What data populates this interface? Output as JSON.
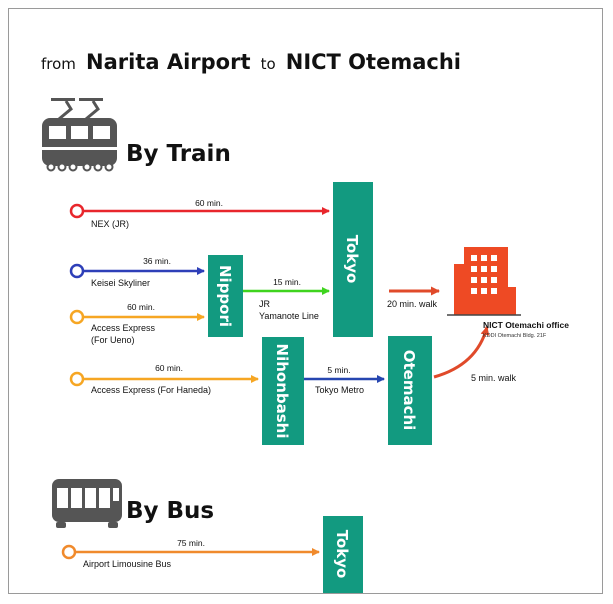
{
  "title": {
    "prefix": "from",
    "origin": "Narita Airport",
    "connector": "to",
    "destination": "NICT Otemachi"
  },
  "train_section": {
    "heading": "By Train",
    "icon": "train-icon",
    "routes": [
      {
        "line": "NEX (JR)",
        "duration": "60 min.",
        "color": "#e8262c"
      },
      {
        "line": "Keisei Skyliner",
        "duration": "36 min.",
        "color": "#2e3fb8"
      },
      {
        "line": "Access Express",
        "line2": "(For Ueno)",
        "duration": "60 min.",
        "color": "#f6a623"
      },
      {
        "line": "Access Express (For Haneda)",
        "duration": "60 min.",
        "color": "#f6a623"
      }
    ],
    "stations": {
      "tokyo": "Tokyo",
      "nippori": "Nippori",
      "nihonbashi": "Nihonbashi",
      "otemachi": "Otemachi"
    },
    "transfers": [
      {
        "id": "jr",
        "duration": "15 min.",
        "line": "JR",
        "line2": "Yamanote Line",
        "color": "#3fd41e"
      },
      {
        "id": "metro",
        "duration": "5 min.",
        "line": "Tokyo Metro",
        "color": "#2646b0"
      }
    ],
    "walks": {
      "from_tokyo": "20 min. walk",
      "from_otemachi": "5 min. walk"
    },
    "destination": {
      "name": "NICT Otemachi office",
      "address": "KDDI Otemachi Bldg. 21F",
      "icon": "office-building-icon"
    }
  },
  "bus_section": {
    "heading": "By Bus",
    "icon": "bus-icon",
    "route": {
      "line": "Airport Limousine Bus",
      "duration": "75 min.",
      "color": "#f08a2c"
    },
    "station": "Tokyo"
  },
  "colors": {
    "station_teal": "#129a80",
    "nex_red": "#e8262c",
    "skyliner_blue": "#2e3fb8",
    "access_orange": "#f6a623",
    "jr_green": "#3fd41e",
    "metro_blue": "#2646b0",
    "walk_red": "#e04a2a",
    "building_red": "#ee4a24",
    "icon_gray": "#555555"
  }
}
